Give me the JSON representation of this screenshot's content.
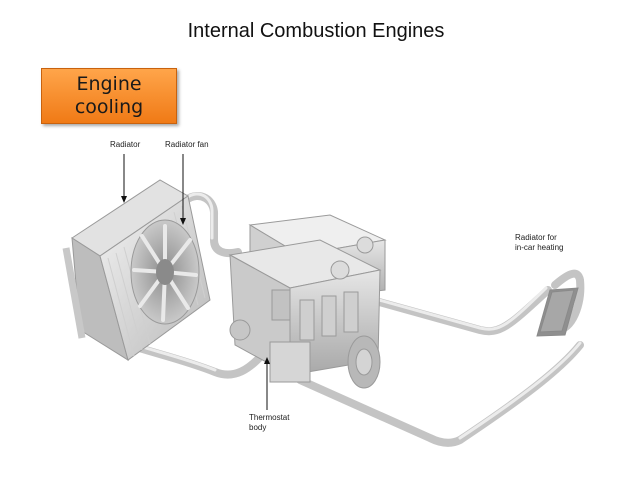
{
  "slide": {
    "title": "Internal Combustion Engines",
    "badge_text": "Engine cooling",
    "badge_color": "#f58a24"
  },
  "diagram": {
    "labels": {
      "radiator": "Radiator",
      "radiator_fan": "Radiator fan",
      "heater_radiator_line1": "Radiator for",
      "heater_radiator_line2": "in-car heating",
      "thermostat_line1": "Thermostat",
      "thermostat_line2": "body"
    },
    "render_color": "#d9d9d9"
  }
}
